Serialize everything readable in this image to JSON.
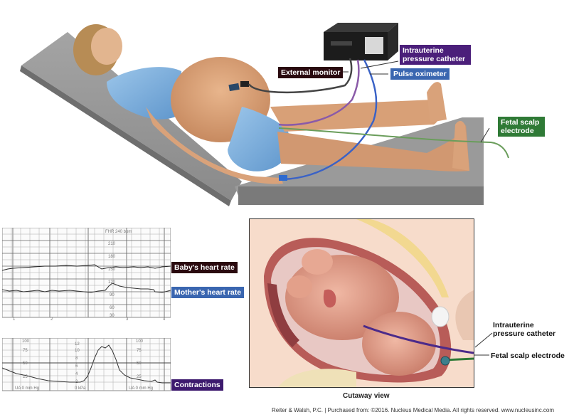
{
  "illustration": {
    "labels": {
      "external_monitor": "External monitor",
      "intrauterine_catheter_line1": "Intrauterine",
      "intrauterine_catheter_line2": "pressure catheter",
      "pulse_oximeter": "Pulse oximeter",
      "fetal_scalp_line1": "Fetal scalp",
      "fetal_scalp_line2": "electrode"
    },
    "colors": {
      "external_monitor": "#2a0a0f",
      "intrauterine_catheter": "#4b1f7a",
      "pulse_oximeter": "#3a66b0",
      "fetal_scalp": "#2f7a36",
      "table": "#8e8e8e",
      "gown": "#7fb0dd",
      "skin": "#d9a27a"
    }
  },
  "chart_data": [
    {
      "type": "line",
      "title": "FHR 240 bpm",
      "ylabel": "bpm",
      "ylim": [
        30,
        240
      ],
      "yticks": [
        30,
        60,
        90,
        120,
        150,
        180,
        210
      ],
      "xticks": [
        "1",
        "2",
        "3",
        "4"
      ],
      "grid": true,
      "series": [
        {
          "name": "Baby's heart rate",
          "approx_value": 148,
          "values": [
            142,
            145,
            147,
            148,
            148,
            149,
            148,
            147,
            148,
            150,
            140,
            145,
            146,
            147,
            146,
            143,
            148
          ]
        },
        {
          "name": "Mother's heart rate",
          "approx_value": 88,
          "values": [
            90,
            88,
            87,
            89,
            87,
            86,
            88,
            85,
            86,
            88,
            100,
            96,
            94,
            93,
            92,
            84,
            86
          ]
        }
      ],
      "legend": [
        "Baby's heart rate",
        "Mother's heart rate"
      ]
    },
    {
      "type": "line",
      "title": "",
      "ylabel": "UA mm Hg / kPa",
      "yticks_mmhg": [
        0,
        25,
        50,
        75,
        100
      ],
      "yticks_kpa": [
        0,
        2,
        4,
        6,
        8,
        10,
        12
      ],
      "ylim": [
        0,
        100
      ],
      "grid": true,
      "axis_labels": [
        "UA  0  mm Hg",
        "0 kPa",
        "UA  0  mm Hg"
      ],
      "series": [
        {
          "name": "Contractions",
          "values": [
            38,
            30,
            25,
            20,
            15,
            12,
            10,
            8,
            8,
            12,
            30,
            65,
            80,
            82,
            85,
            60,
            40,
            25,
            18,
            14,
            12,
            10,
            12,
            9,
            8
          ]
        }
      ],
      "legend": [
        "Contractions"
      ]
    }
  ],
  "charts": {
    "fhr": {
      "title": "FHR 240 bpm",
      "ticks": [
        "210",
        "180",
        "150",
        "120",
        "90",
        "60",
        "30"
      ],
      "xticks": [
        "1",
        "2",
        "3",
        "4"
      ],
      "legend_baby": "Baby's heart rate",
      "legend_mother": "Mother's heart rate"
    },
    "ua": {
      "left_ticks": [
        "100",
        "75",
        "50",
        "25"
      ],
      "mid_ticks": [
        "12",
        "10",
        "8",
        "6",
        "4",
        "2"
      ],
      "right_ticks": [
        "100",
        "75",
        "50",
        "25"
      ],
      "axis_left": "UA  0  mm Hg",
      "axis_mid": "0 kPa",
      "axis_right": "UA  0  mm Hg",
      "legend": "Contractions"
    },
    "legend_colors": {
      "baby": "#2a0a0f",
      "mother": "#3a66b0",
      "contractions": "#3d1a6e"
    }
  },
  "cutaway": {
    "caption": "Cutaway view",
    "label_catheter_line1": "Intrauterine",
    "label_catheter_line2": "pressure catheter",
    "label_electrode": "Fetal scalp electrode"
  },
  "footer": {
    "credit": "Reiter & Walsh, P.C.  |  Purchased from: ©2016. Nucleus Medical Media. All rights reserved. www.nucleusinc.com"
  }
}
